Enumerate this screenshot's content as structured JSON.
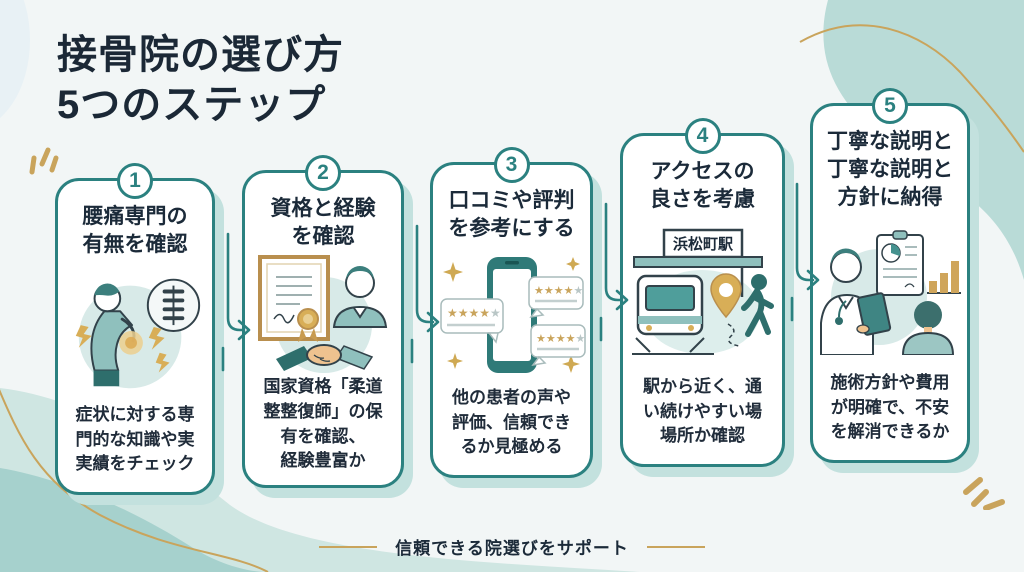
{
  "page": {
    "title_line1": "接骨院の選び方",
    "title_line2": "5つのステップ",
    "footer_text": "信頼できる院選びをサポート"
  },
  "colors": {
    "teal_accent": "#2b8180",
    "mint_blob": "#bcdcd9",
    "gold_accent": "#c9a45c",
    "navy_text": "#1b2a39",
    "card_shadow": "#c3e1de"
  },
  "icons": [
    "back-pain-person-icon",
    "spine-icon",
    "certificate-icon",
    "handshake-icon",
    "smartphone-icon",
    "review-bubble-icon",
    "sparkle-icon",
    "train-icon",
    "map-pin-icon",
    "walking-person-icon",
    "doctor-icon",
    "clipboard-icon",
    "bar-chart-icon",
    "emphasis-strokes-icon"
  ],
  "steps": [
    {
      "number": "1",
      "title": "腰痛専門の\n有無を確認",
      "description": "症状に対する専\n門的な知識や実\n実績をチェック",
      "illustration": "back-pain-person"
    },
    {
      "number": "2",
      "title": "資格と経験\nを確認",
      "description": "国家資格「柔道\n整整復師」の保\n有を確認、\n経験豊富か",
      "illustration": "certificate-handshake"
    },
    {
      "number": "3",
      "title": "口コミや評判\nを参考にする",
      "description": "他の患者の声や\n評価、信頼でき\nるか見極める",
      "illustration": "phone-reviews",
      "stars_gold": "★★★★",
      "stars_gray": "★"
    },
    {
      "number": "4",
      "title": "アクセスの\n良さを考慮",
      "description": "駅から近く、通\nい続けやすい場\n場所か確認",
      "illustration": "station-access",
      "station_sign": "浜松町駅"
    },
    {
      "number": "5",
      "title": "丁寧な説明と\n丁寧な説明と\n方針に納得",
      "description": "施術方針や費用\nが明確で、不安\nを解消できるか",
      "illustration": "doctor-explanation"
    }
  ]
}
